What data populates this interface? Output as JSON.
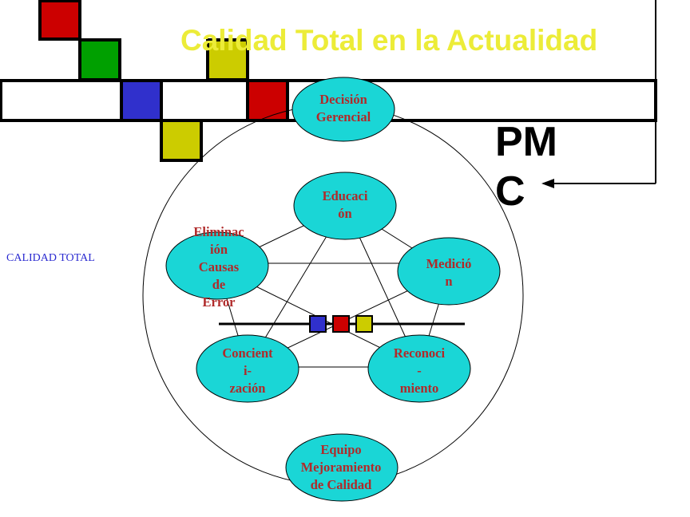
{
  "title": "Calidad Total en la Actualidad",
  "pmc": {
    "line1": "PM",
    "line2": "C"
  },
  "side_label": "CALIDAD TOTAL",
  "nodes": {
    "decision": [
      "Decisión",
      "Gerencial"
    ],
    "educacion": [
      "Educaci",
      "ón"
    ],
    "medicion": [
      "Medició",
      "n"
    ],
    "reconocimiento": [
      "Reconoci",
      "-",
      "miento"
    ],
    "concientizacion": [
      "Concient",
      "i-",
      "zación"
    ],
    "eliminacion": [
      "Eliminac",
      "ión",
      "Causas",
      "de",
      "Error"
    ],
    "equipo": [
      "Equipo",
      "Mejoramiento",
      "de Calidad"
    ]
  },
  "colors": {
    "title": "#ecec38",
    "node_fill": "#1ad6d6",
    "node_text": "#b02a2a",
    "red": "#cc0000",
    "green": "#00a000",
    "blue": "#3030cc",
    "yellow": "#cccc00",
    "label_blue": "#2a2ad0"
  }
}
